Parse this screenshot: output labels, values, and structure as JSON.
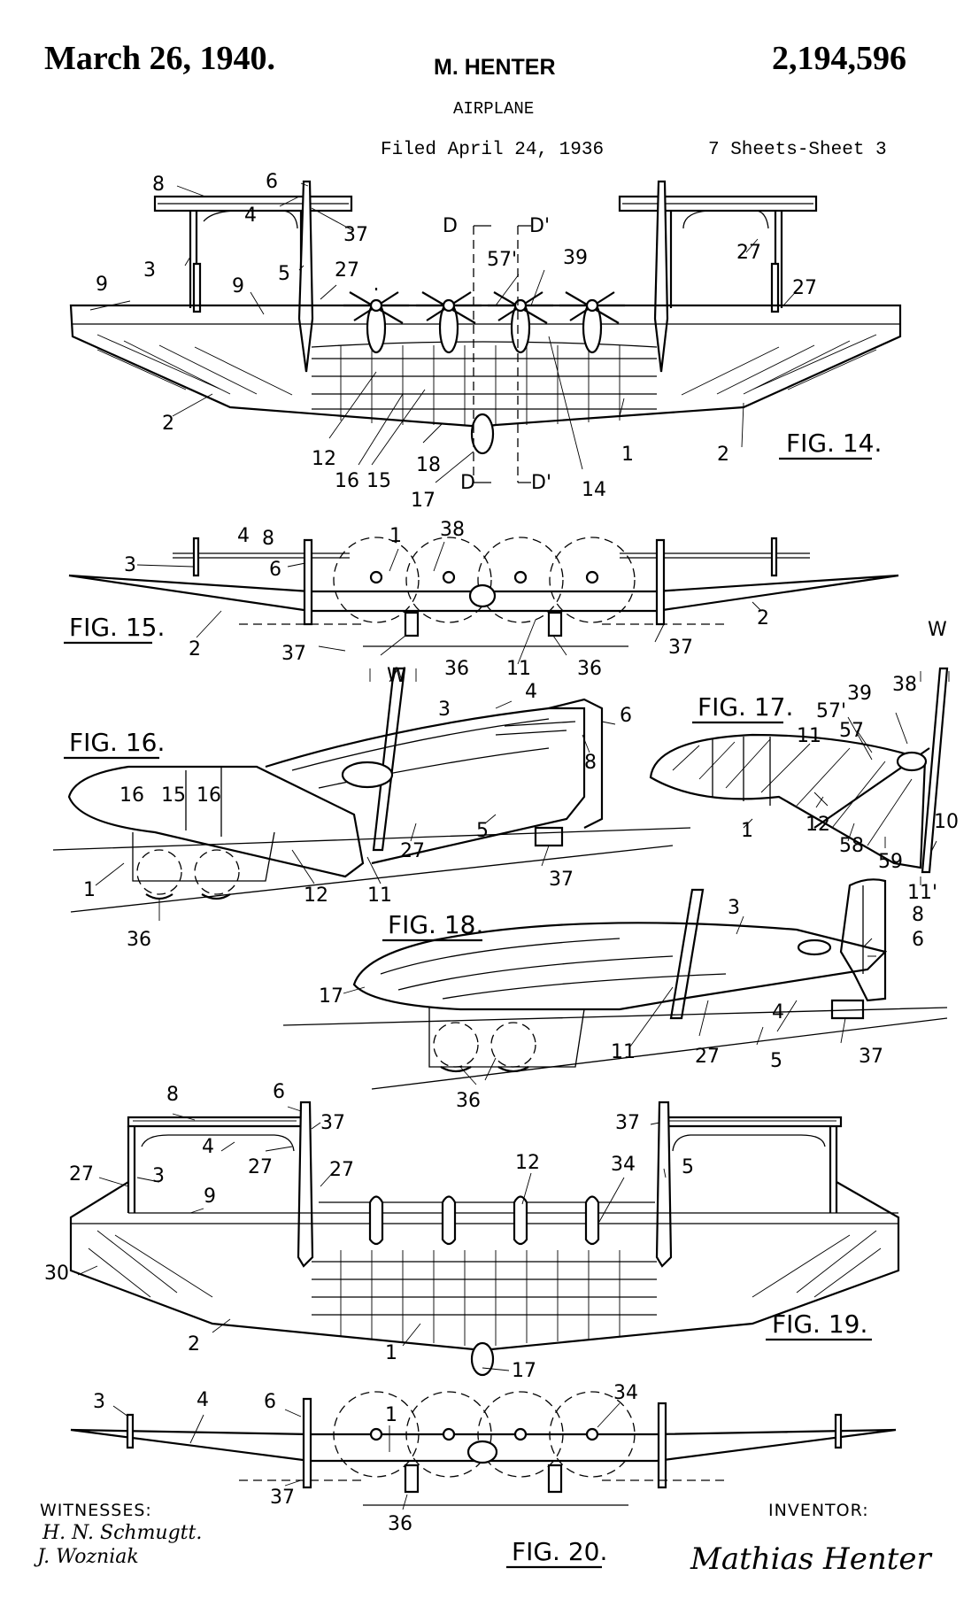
{
  "header": {
    "date": "March 26, 1940.",
    "inventor_name": "M. HENTER",
    "patent_number": "2,194,596",
    "title": "AIRPLANE",
    "filed": "Filed April 24, 1936",
    "sheets": "7 Sheets-Sheet 3"
  },
  "figures": {
    "fig14": {
      "label": "FIG. 14.",
      "refs": {
        "r1": "1",
        "r2a": "2",
        "r2b": "2",
        "r3": "3",
        "r4": "4",
        "r5": "5",
        "r6": "6",
        "r8": "8",
        "r9a": "9",
        "r9b": "9",
        "r12": "12",
        "r14": "14",
        "r15": "15",
        "r16": "16",
        "r17": "17",
        "r18": "18",
        "r27a": "27",
        "r27b": "27",
        "r27c": "27",
        "r37": "37",
        "r39": "39",
        "r57p": "57'",
        "sD1": "D",
        "sD2": "D",
        "sDp1": "D'",
        "sDp2": "D'"
      }
    },
    "fig15": {
      "label": "FIG. 15.",
      "refs": {
        "r1": "1",
        "r2a": "2",
        "r2b": "2",
        "r3": "3",
        "r4": "4",
        "r6": "6",
        "r8": "8",
        "r11": "11",
        "r36a": "36",
        "r36b": "36",
        "r37a": "37",
        "r37b": "37",
        "r38": "38"
      }
    },
    "fig16": {
      "label": "FIG. 16.",
      "refs": {
        "r1": "1",
        "r3": "3",
        "r4": "4",
        "r5": "5",
        "r6": "6",
        "r8": "8",
        "r11": "11",
        "r12": "12",
        "r15": "15",
        "r16a": "16",
        "r16b": "16",
        "r27": "27",
        "r36": "36",
        "r37": "37",
        "rW": "W"
      }
    },
    "fig17": {
      "label": "FIG. 17.",
      "refs": {
        "r1": "1",
        "r10": "10",
        "r11": "11",
        "r11p": "11'",
        "r12": "12",
        "r38": "38",
        "r39": "39",
        "r57": "57",
        "r57p": "57'",
        "r58": "58",
        "r59": "59",
        "rW": "W"
      }
    },
    "fig18": {
      "label": "FIG. 18.",
      "refs": {
        "r3": "3",
        "r4": "4",
        "r5": "5",
        "r6": "6",
        "r8": "8",
        "r11": "11",
        "r17": "17",
        "r27": "27",
        "r36": "36",
        "r37": "37"
      }
    },
    "fig19": {
      "label": "FIG. 19.",
      "refs": {
        "r1": "1",
        "r2": "2",
        "r3": "3",
        "r4": "4",
        "r5": "5",
        "r6": "6",
        "r8": "8",
        "r9": "9",
        "r12": "12",
        "r17": "17",
        "r27a": "27",
        "r27b": "27",
        "r27c": "27",
        "r30": "30",
        "r34": "34",
        "r37a": "37",
        "r37b": "37"
      }
    },
    "fig20": {
      "label": "FIG. 20.",
      "refs": {
        "r1": "1",
        "r3": "3",
        "r4": "4",
        "r6": "6",
        "r34": "34",
        "r36": "36",
        "r37": "37"
      }
    }
  },
  "footer": {
    "witnesses_label": "WITNESSES:",
    "witness_1": "H. N. Schmugtt.",
    "witness_2": "J. Wozniak",
    "inventor_label": "INVENTOR:",
    "inventor_signature": "Mathias Henter"
  }
}
